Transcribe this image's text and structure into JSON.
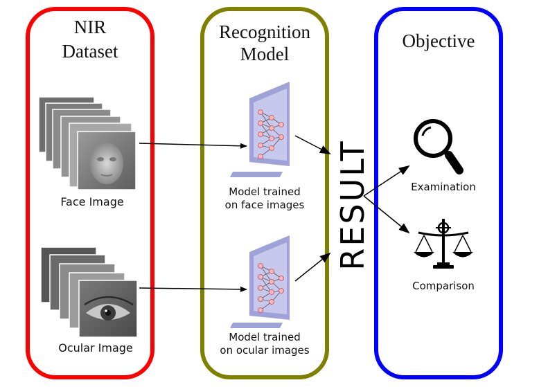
{
  "panels": {
    "dataset": {
      "title_line1": "NIR",
      "title_line2": "Dataset",
      "border_color": "#ff0000"
    },
    "model": {
      "title_line1": "Recognition",
      "title_line2": "Model",
      "border_color": "#808000"
    },
    "objective": {
      "title": "Objective",
      "border_color": "#0000ff"
    }
  },
  "inputs": {
    "face_label": "Face Image",
    "ocular_label": "Ocular Image"
  },
  "models": {
    "face_line1": "Model trained",
    "face_line2": "on face images",
    "ocular_line1": "Model trained",
    "ocular_line2": "on ocular images"
  },
  "result_label": "RESULT",
  "outputs": {
    "examination_label": "Examination",
    "comparison_label": "Comparison"
  },
  "icons": {
    "face_stack": "face-image-stack-icon",
    "ocular_stack": "ocular-image-stack-icon",
    "neural_net": "neural-network-monitor-icon",
    "magnifier": "magnifying-glass-icon",
    "scales": "balance-scale-icon"
  },
  "colors": {
    "monitor_fill": "#c7c9ec",
    "node_fill": "#f4b8b8",
    "arrow": "#000000"
  }
}
